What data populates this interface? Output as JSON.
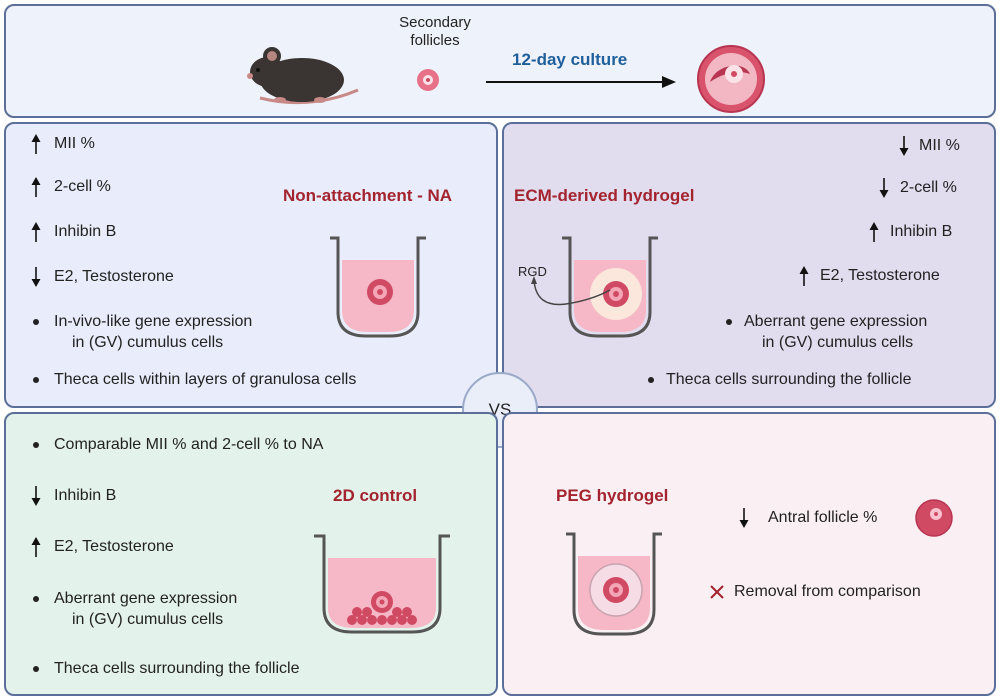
{
  "top": {
    "follicle_label": "Secondary follicles",
    "culture_label": "12-day culture"
  },
  "vs_label": "VS",
  "na": {
    "title": "Non-attachment - NA",
    "items": [
      "MII %",
      "2-cell %",
      "Inhibin B",
      "E2, Testosterone"
    ],
    "directions": [
      "up",
      "up",
      "up",
      "down"
    ],
    "bullets": [
      "In-vivo-like gene expression",
      "in (GV) cumulus cells",
      "Theca cells within layers of granulosa cells"
    ]
  },
  "ecm": {
    "title": "ECM-derived hydrogel",
    "items": [
      "MII %",
      "2-cell %",
      "Inhibin B",
      "E2, Testosterone"
    ],
    "directions": [
      "down",
      "down",
      "up",
      "up"
    ],
    "bullets": [
      "Aberrant gene expression",
      "in (GV) cumulus cells",
      "Theca cells surrounding the follicle"
    ],
    "rgd_label": "RGD"
  },
  "twod": {
    "title": "2D control",
    "bullet1": "Comparable MII % and 2-cell % to NA",
    "items": [
      "Inhibin B",
      "E2, Testosterone"
    ],
    "directions": [
      "down",
      "up"
    ],
    "bullets": [
      "Aberrant gene expression",
      "in (GV) cumulus cells",
      "Theca cells surrounding the follicle"
    ]
  },
  "peg": {
    "title": "PEG hydrogel",
    "antral": "Antral follicle %",
    "removal": "Removal from comparison",
    "direction": "down"
  },
  "colors": {
    "title_red": "#a3242f",
    "culture_blue": "#1f5f9c",
    "pink": "#f6b8c6",
    "follicle": "#d14a63"
  }
}
